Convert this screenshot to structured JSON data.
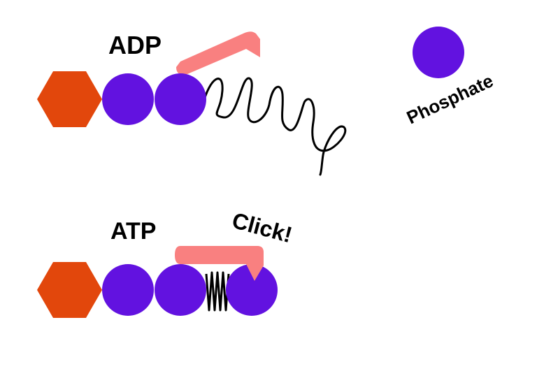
{
  "colors": {
    "adenine": "#e2470c",
    "phosphate": "#6212e0",
    "lever": "#f98080",
    "spring": "#000000",
    "background": "#ffffff"
  },
  "adp": {
    "label": "ADP",
    "shapes": [
      "hexagon",
      "circle",
      "circle"
    ],
    "spring_state": "relaxed"
  },
  "free_phosphate": {
    "label": "Phosphate",
    "shape": "circle"
  },
  "atp": {
    "label": "ATP",
    "shapes": [
      "hexagon",
      "circle",
      "circle",
      "circle"
    ],
    "spring_state": "compressed",
    "annotation": "Click!"
  }
}
